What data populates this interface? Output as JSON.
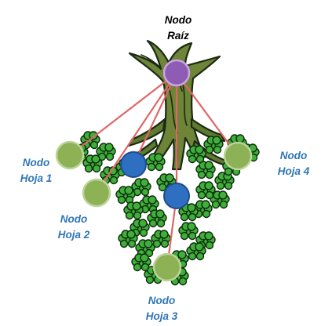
{
  "root": {
    "line1": "Nodo",
    "line2": "Raíz",
    "color": "#8E5BB5"
  },
  "leaves": [
    {
      "line1": "Nodo",
      "line2": "Hoja 1",
      "color": "#8DB255"
    },
    {
      "line1": "Nodo",
      "line2": "Hoja 2",
      "color": "#8DB255"
    },
    {
      "line1": "Nodo",
      "line2": "Hoja 3",
      "color": "#8DB255"
    },
    {
      "line1": "Nodo",
      "line2": "Hoja 4",
      "color": "#8DB255"
    }
  ],
  "internal_node_color": "#2F6FC1",
  "edge_color": "#E06666",
  "label_color": "#2E75B6"
}
